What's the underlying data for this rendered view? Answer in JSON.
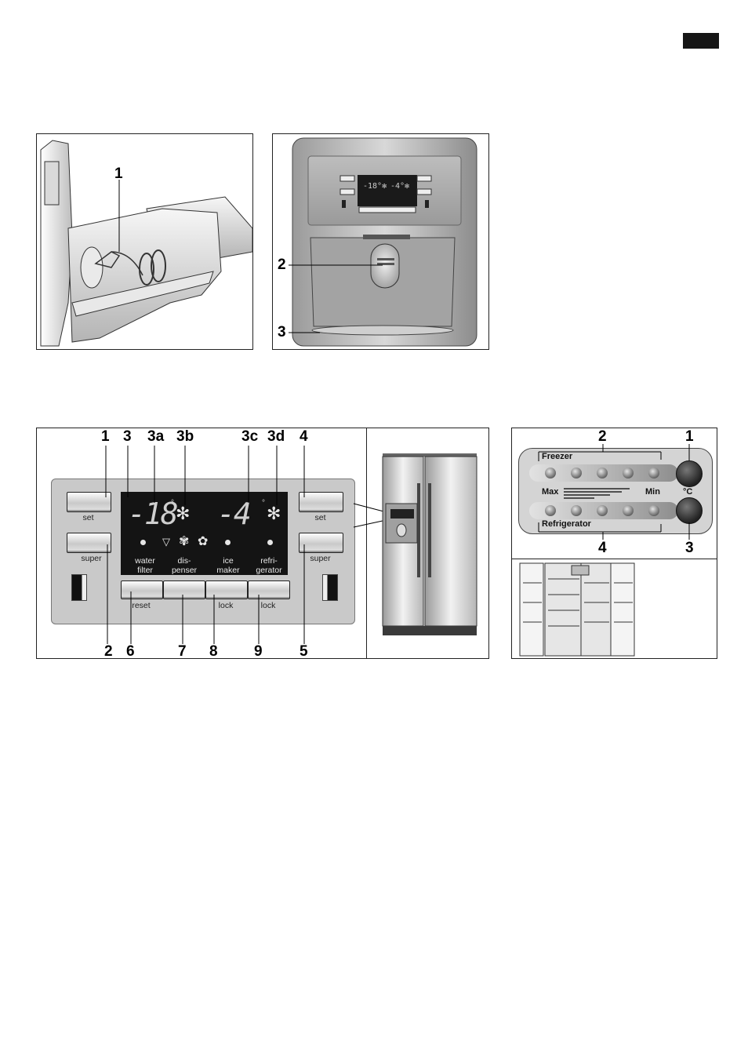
{
  "header": {
    "tag_block": ""
  },
  "fig_ice_tray": {
    "callouts": [
      "1"
    ]
  },
  "fig_dispenser": {
    "callouts": [
      "2",
      "3"
    ]
  },
  "fig_control_panel": {
    "callouts_top": [
      "1",
      "3",
      "3a",
      "3b",
      "3c",
      "3d",
      "4"
    ],
    "callouts_bottom": [
      "2",
      "6",
      "7",
      "8",
      "9",
      "5"
    ],
    "left_set": "set",
    "left_super": "super",
    "right_set": "set",
    "right_super": "super",
    "freezer_temp": "-18",
    "fridge_temp": "-4",
    "indicators": [
      "water\nfilter",
      "dis-\npenser",
      "ice\nmaker",
      "refri-\ngerator"
    ],
    "bottom_buttons": [
      "reset",
      "",
      "lock",
      "lock"
    ]
  },
  "fig_dial_panel": {
    "callouts_top": [
      "2",
      "1"
    ],
    "callouts_bottom": [
      "4",
      "3"
    ],
    "freezer_label": "Freezer",
    "refrigerator_label": "Refrigerator",
    "max_label": "Max",
    "min_label": "Min",
    "unit_label": "°C"
  },
  "colors": {
    "panel_bg": "#c9c9c9",
    "display_bg": "#141414",
    "frame": "#222222"
  }
}
